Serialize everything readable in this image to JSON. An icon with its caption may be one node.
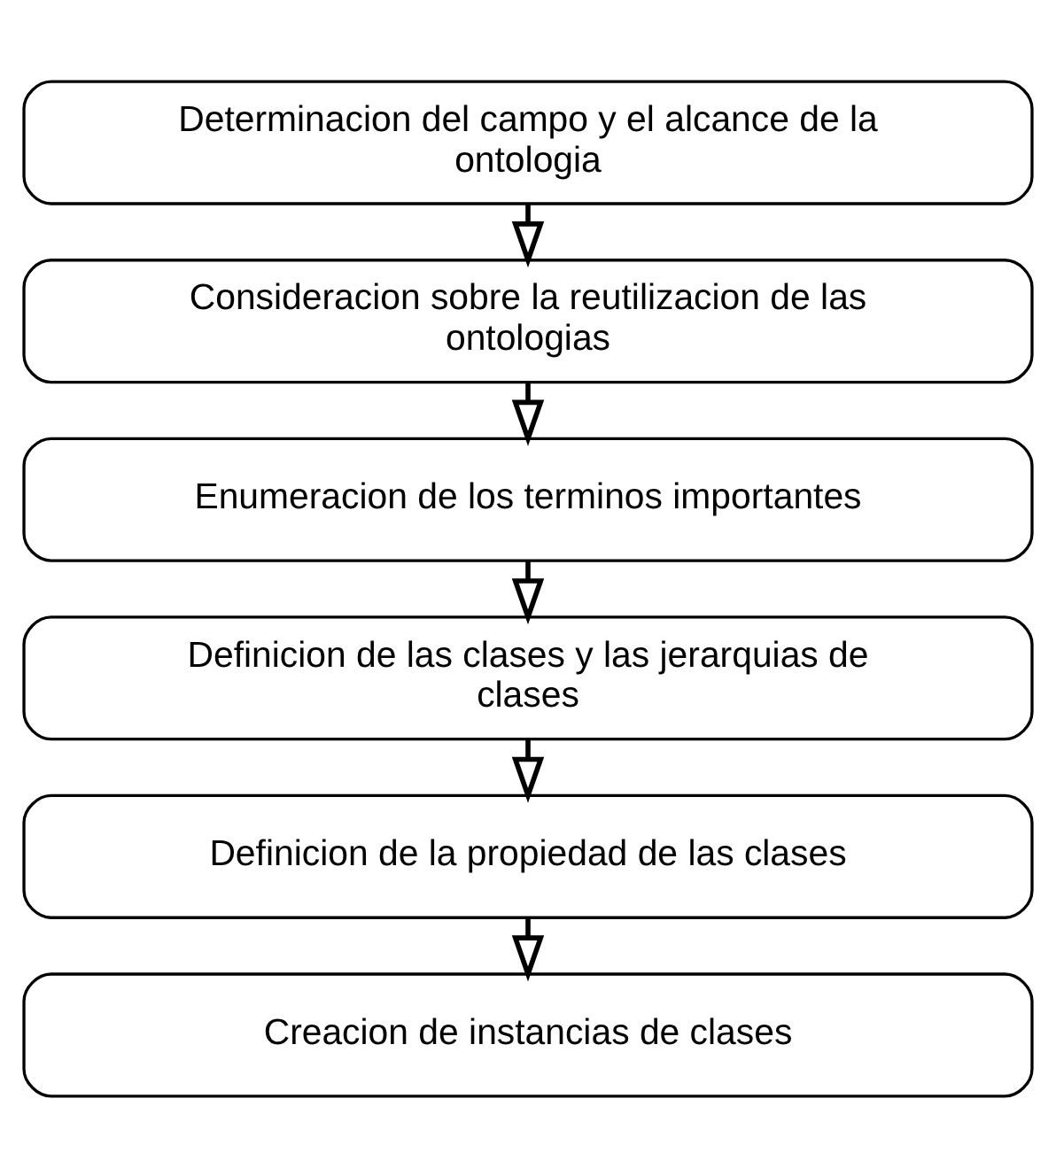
{
  "diagram": {
    "nodes": [
      {
        "text": [
          "Determinacion del campo y el alcance de la ontologia"
        ]
      },
      {
        "text": [
          "Consideracion sobre la reutilizacion de las ontologias"
        ]
      },
      {
        "text": [
          "Enumeracion de los terminos importantes"
        ]
      },
      {
        "text": [
          "Definicion de las clases y las jerarquias de clases"
        ]
      },
      {
        "text": [
          "Definicion de la propiedad de las clases"
        ]
      },
      {
        "text": [
          "Creacion de instancias de clases"
        ]
      }
    ],
    "edges": [
      {
        "from": 0,
        "to": 1,
        "arrow": "to"
      },
      {
        "from": 1,
        "to": 2,
        "arrow": "to"
      },
      {
        "from": 2,
        "to": 3,
        "arrow": "to"
      },
      {
        "from": 3,
        "to": 4,
        "arrow": "to"
      },
      {
        "from": 4,
        "to": 5,
        "arrow": "to"
      }
    ]
  }
}
